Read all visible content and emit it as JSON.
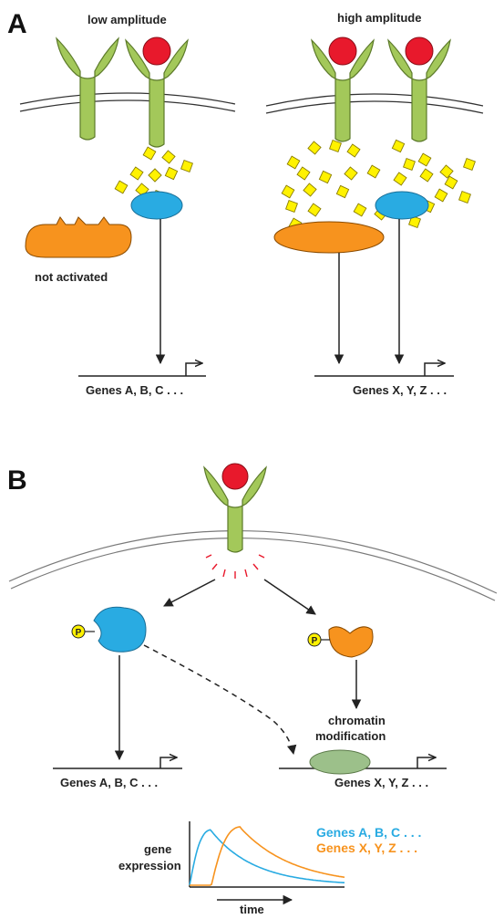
{
  "panel_a": {
    "letter": "A",
    "left": {
      "title": "low amplitude",
      "note": "not activated",
      "genes": "Genes A, B, C . . ."
    },
    "right": {
      "title": "high amplitude",
      "genes": "Genes X, Y, Z . . ."
    }
  },
  "panel_b": {
    "letter": "B",
    "phospho_label": "P",
    "chromatin_line1": "chromatin",
    "chromatin_line2": "modification",
    "genes_left": "Genes A, B, C . . .",
    "genes_right": "Genes X, Y, Z . . ."
  },
  "chart_data": {
    "type": "line",
    "xlabel": "time",
    "ylabel": "gene expression",
    "ylabel_line1": "gene",
    "ylabel_line2": "expression",
    "series": [
      {
        "name": "Genes A, B, C . . .",
        "color": "#29abe2"
      },
      {
        "name": "Genes X, Y, Z . . .",
        "color": "#f7931e"
      }
    ]
  },
  "colors": {
    "receptor": "#a3c85a",
    "ligand": "#e8192c",
    "second_messenger": "#fff200",
    "blue_effector": "#29abe2",
    "orange_effector": "#f7931e",
    "nucleosome": "#9cc08a",
    "membrane_signal": "#e8192c"
  }
}
